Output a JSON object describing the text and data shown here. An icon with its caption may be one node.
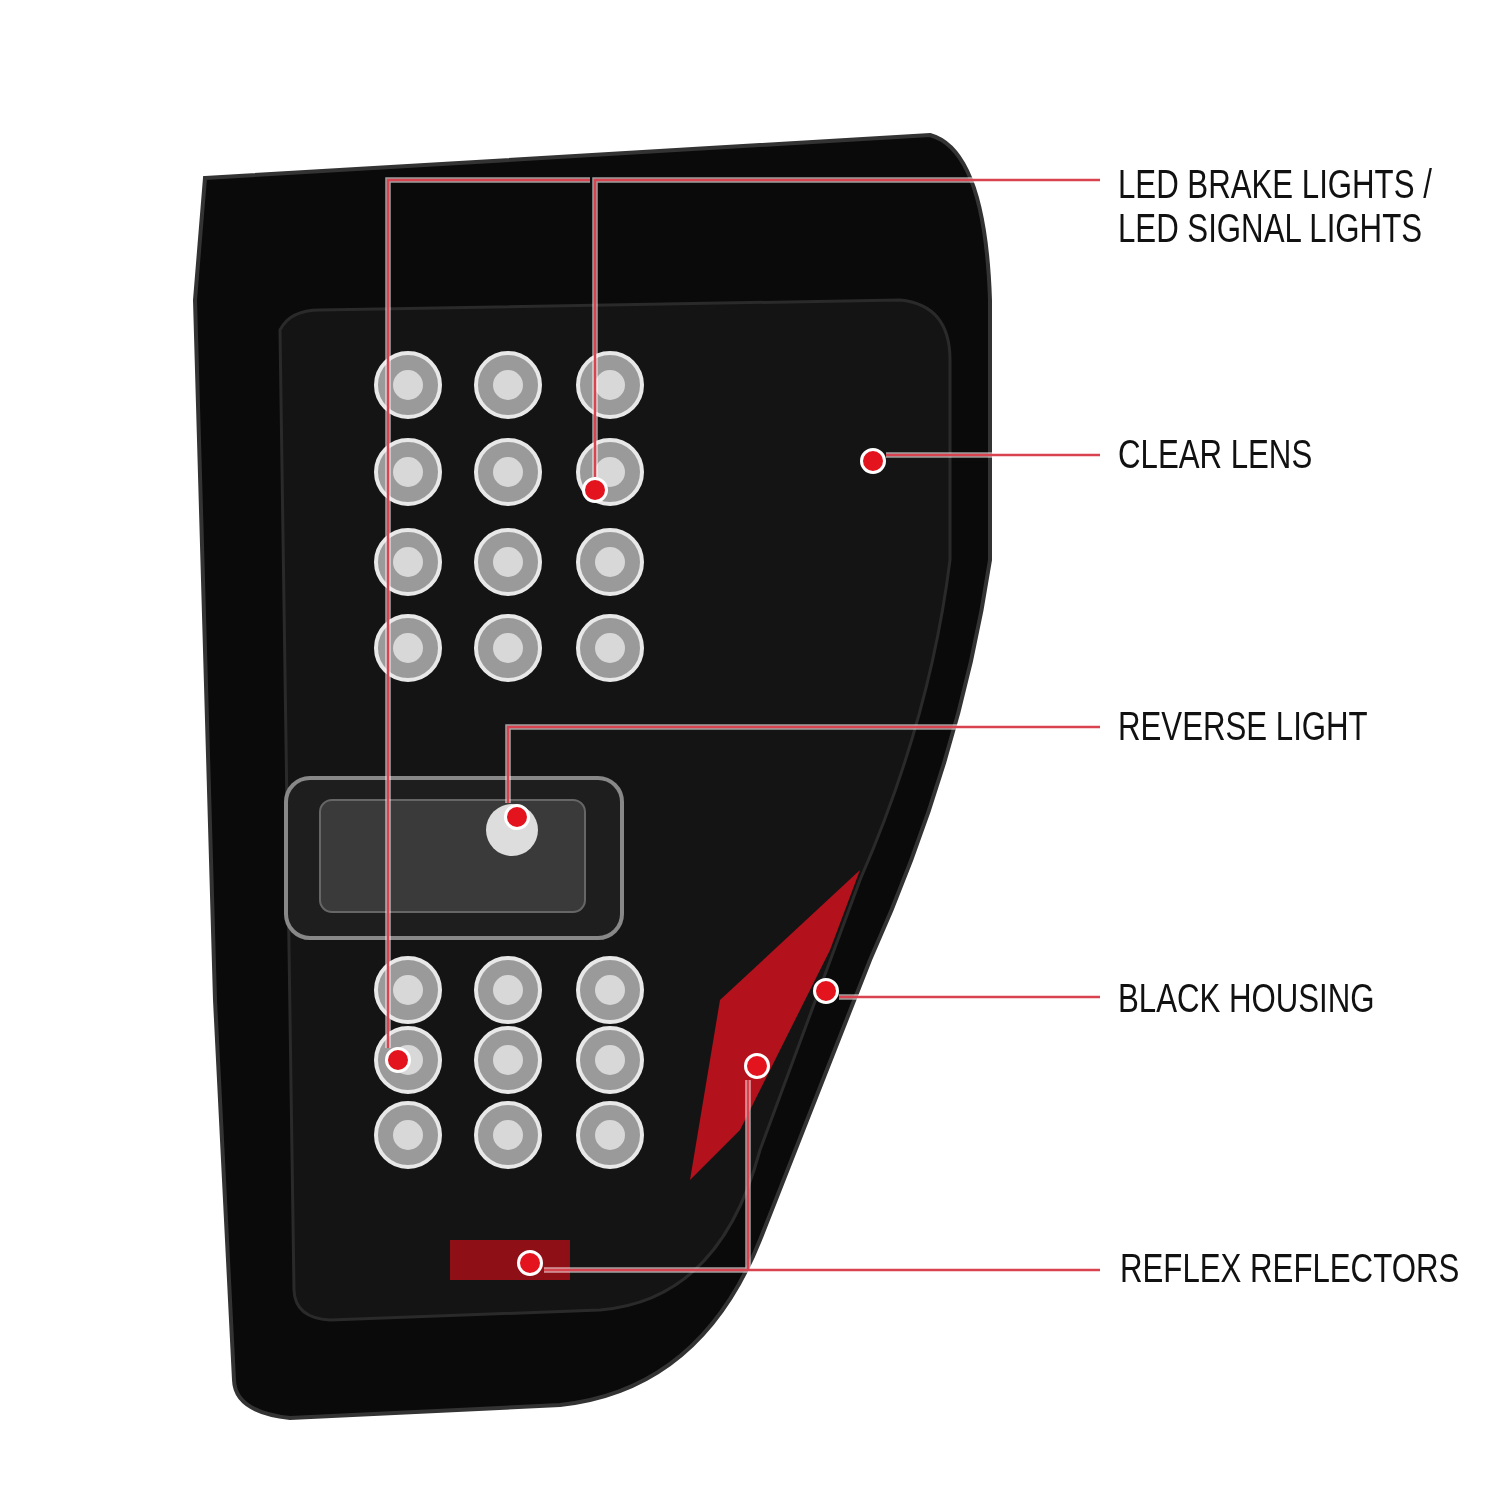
{
  "diagram": {
    "nodes": [
      {
        "text": [
          "LED BRAKE LIGHTS / LED SIGNAL LIGHTS"
        ]
      },
      {
        "text": [
          "CLEAR LENS"
        ]
      },
      {
        "text": [
          "REVERSE LIGHT"
        ]
      },
      {
        "text": [
          "BLACK HOUSING"
        ]
      },
      {
        "text": [
          "REFLEX REFLECTORS"
        ]
      },
      {
        "text": [],
        "shape": "circle"
      },
      {
        "text": [],
        "shape": "circle"
      },
      {
        "text": [],
        "shape": "circle"
      },
      {
        "text": [],
        "shape": "circle"
      },
      {
        "text": [],
        "shape": "circle"
      },
      {
        "text": [],
        "shape": "circle"
      },
      {
        "text": [],
        "shape": "circle"
      }
    ],
    "edges": [
      {
        "from": 0,
        "to": 5,
        "arrow": "none"
      },
      {
        "from": 0,
        "to": 6,
        "arrow": "none"
      },
      {
        "from": 1,
        "to": 7,
        "arrow": "none"
      },
      {
        "from": 2,
        "to": 8,
        "arrow": "none"
      },
      {
        "from": 3,
        "to": 9,
        "arrow": "none"
      },
      {
        "from": 4,
        "to": 10,
        "arrow": "none"
      },
      {
        "from": 4,
        "to": 11,
        "arrow": "none"
      }
    ]
  }
}
